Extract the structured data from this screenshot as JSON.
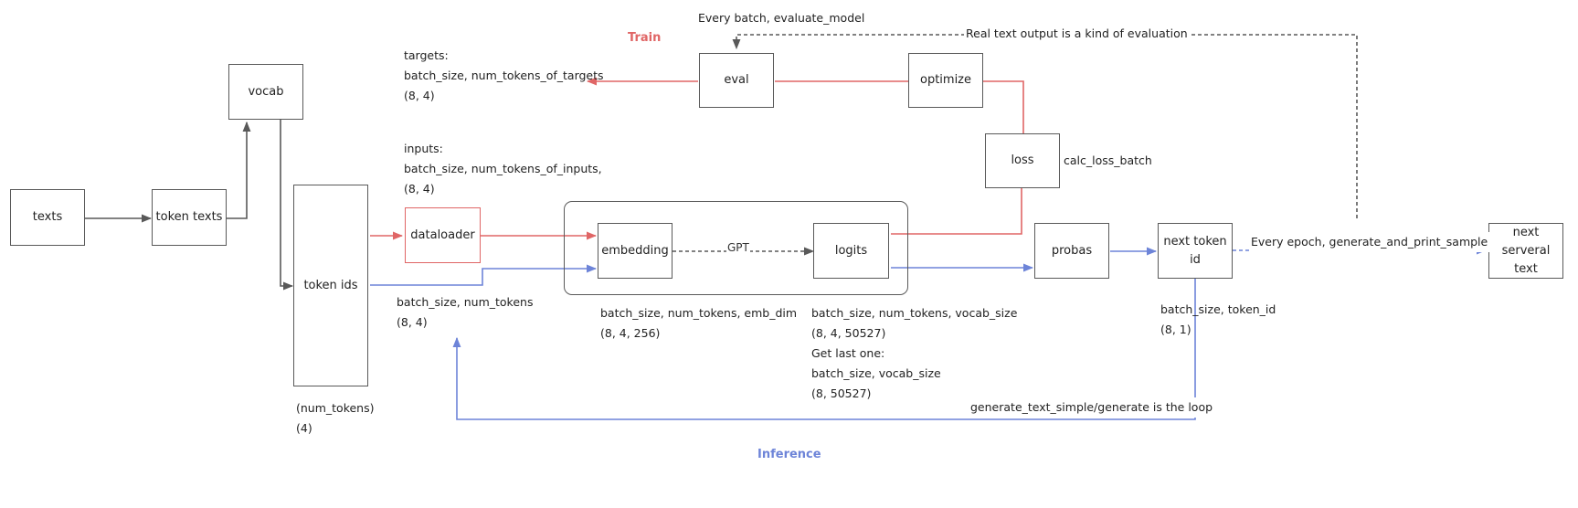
{
  "colors": {
    "train": "#e06666",
    "inference": "#6d84d8",
    "neutral": "#595959"
  },
  "titles": {
    "train": "Train",
    "inference": "Inference"
  },
  "nodes": {
    "texts": "texts",
    "token_texts": "token texts",
    "vocab": "vocab",
    "token_ids": "token ids",
    "dataloader": "dataloader",
    "embedding": "embedding",
    "logits": "logits",
    "gpt": "GPT",
    "eval": "eval",
    "optimize": "optimize",
    "loss": "loss",
    "probas": "probas",
    "next_token_id": "next token id",
    "next_several_text": [
      "next serveral",
      "text"
    ]
  },
  "labels": {
    "targets": [
      "targets:",
      "batch_size, num_tokens_of_targets",
      "(8, 4)"
    ],
    "inputs": [
      "inputs:",
      "batch_size, num_tokens_of_inputs,",
      "(8, 4)"
    ],
    "token_ids_shape": [
      "(num_tokens)",
      "(4)"
    ],
    "blue_input_shape": [
      "batch_size, num_tokens",
      "(8, 4)"
    ],
    "embedding_shape": [
      "batch_size, num_tokens, emb_dim",
      "(8, 4, 256)"
    ],
    "logits_shape": [
      "batch_size, num_tokens, vocab_size",
      "(8, 4, 50527)",
      "Get last one:",
      "batch_size, vocab_size",
      "(8, 50527)"
    ],
    "next_token_shape": [
      "batch_size, token_id",
      "(8, 1)"
    ],
    "calc_loss_batch": "calc_loss_batch",
    "every_batch": "Every batch, evaluate_model",
    "real_text_output": "Real text output is a kind of evaluation",
    "every_epoch": "Every epoch, generate_and_print_sample",
    "loop": "generate_text_simple/generate is the loop"
  }
}
